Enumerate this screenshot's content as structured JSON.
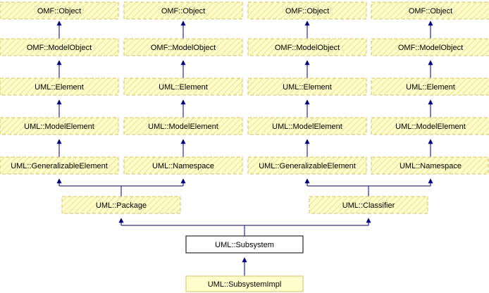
{
  "colors": {
    "node_fill": "#ffffcc",
    "node_hatch": "#f2e6a0",
    "dashed_border": "#d6c26a",
    "solid_border": "#000000",
    "subject_fill": "#ffffff",
    "edge": "#000080"
  },
  "nodes": {
    "obj1": "OMF::Object",
    "obj2": "OMF::Object",
    "obj3": "OMF::Object",
    "obj4": "OMF::Object",
    "mo1": "OMF::ModelObject",
    "mo2": "OMF::ModelObject",
    "mo3": "OMF::ModelObject",
    "mo4": "OMF::ModelObject",
    "el1": "UML::Element",
    "el2": "UML::Element",
    "el3": "UML::Element",
    "el4": "UML::Element",
    "me1": "UML::ModelElement",
    "me2": "UML::ModelElement",
    "me3": "UML::ModelElement",
    "me4": "UML::ModelElement",
    "ge1": "UML::GeneralizableElement",
    "ns1": "UML::Namespace",
    "ge2": "UML::GeneralizableElement",
    "ns2": "UML::Namespace",
    "pkg": "UML::Package",
    "cls": "UML::Classifier",
    "sub": "UML::Subsystem",
    "impl": "UML::SubsystemImpl"
  }
}
